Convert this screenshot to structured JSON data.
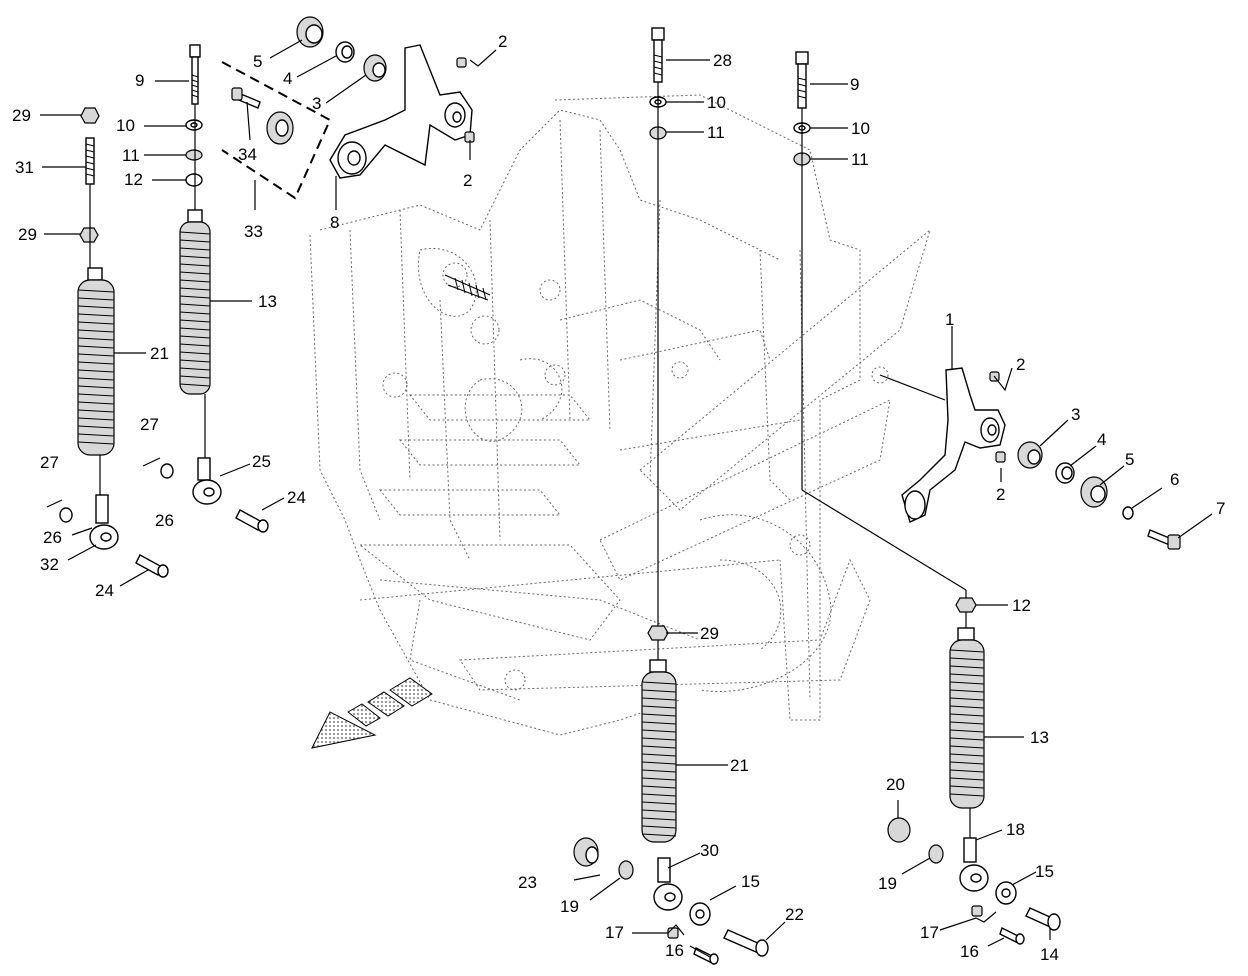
{
  "callouts": [
    {
      "id": "c1",
      "text": "1"
    },
    {
      "id": "c2a",
      "text": "2"
    },
    {
      "id": "c2b",
      "text": "2"
    },
    {
      "id": "c2c",
      "text": "2"
    },
    {
      "id": "c2d",
      "text": "2"
    },
    {
      "id": "c3a",
      "text": "3"
    },
    {
      "id": "c3b",
      "text": "3"
    },
    {
      "id": "c4a",
      "text": "4"
    },
    {
      "id": "c4b",
      "text": "4"
    },
    {
      "id": "c5a",
      "text": "5"
    },
    {
      "id": "c5b",
      "text": "5"
    },
    {
      "id": "c6",
      "text": "6"
    },
    {
      "id": "c7",
      "text": "7"
    },
    {
      "id": "c8",
      "text": "8"
    },
    {
      "id": "c9a",
      "text": "9"
    },
    {
      "id": "c9b",
      "text": "9"
    },
    {
      "id": "c10a",
      "text": "10"
    },
    {
      "id": "c10b",
      "text": "10"
    },
    {
      "id": "c10c",
      "text": "10"
    },
    {
      "id": "c11a",
      "text": "11"
    },
    {
      "id": "c11b",
      "text": "11"
    },
    {
      "id": "c11c",
      "text": "11"
    },
    {
      "id": "c12a",
      "text": "12"
    },
    {
      "id": "c12b",
      "text": "12"
    },
    {
      "id": "c13a",
      "text": "13"
    },
    {
      "id": "c13b",
      "text": "13"
    },
    {
      "id": "c14",
      "text": "14"
    },
    {
      "id": "c15a",
      "text": "15"
    },
    {
      "id": "c15b",
      "text": "15"
    },
    {
      "id": "c16a",
      "text": "16"
    },
    {
      "id": "c16b",
      "text": "16"
    },
    {
      "id": "c17a",
      "text": "17"
    },
    {
      "id": "c17b",
      "text": "17"
    },
    {
      "id": "c18",
      "text": "18"
    },
    {
      "id": "c19a",
      "text": "19"
    },
    {
      "id": "c19b",
      "text": "19"
    },
    {
      "id": "c20",
      "text": "20"
    },
    {
      "id": "c21a",
      "text": "21"
    },
    {
      "id": "c21b",
      "text": "21"
    },
    {
      "id": "c22",
      "text": "22"
    },
    {
      "id": "c23",
      "text": "23"
    },
    {
      "id": "c24a",
      "text": "24"
    },
    {
      "id": "c24b",
      "text": "24"
    },
    {
      "id": "c25",
      "text": "25"
    },
    {
      "id": "c26a",
      "text": "26"
    },
    {
      "id": "c26b",
      "text": "26"
    },
    {
      "id": "c27a",
      "text": "27"
    },
    {
      "id": "c27b",
      "text": "27"
    },
    {
      "id": "c28",
      "text": "28"
    },
    {
      "id": "c29a",
      "text": "29"
    },
    {
      "id": "c29b",
      "text": "29"
    },
    {
      "id": "c29c",
      "text": "29"
    },
    {
      "id": "c30",
      "text": "30"
    },
    {
      "id": "c31",
      "text": "31"
    },
    {
      "id": "c32",
      "text": "32"
    },
    {
      "id": "c33",
      "text": "33"
    },
    {
      "id": "c34",
      "text": "34"
    }
  ]
}
